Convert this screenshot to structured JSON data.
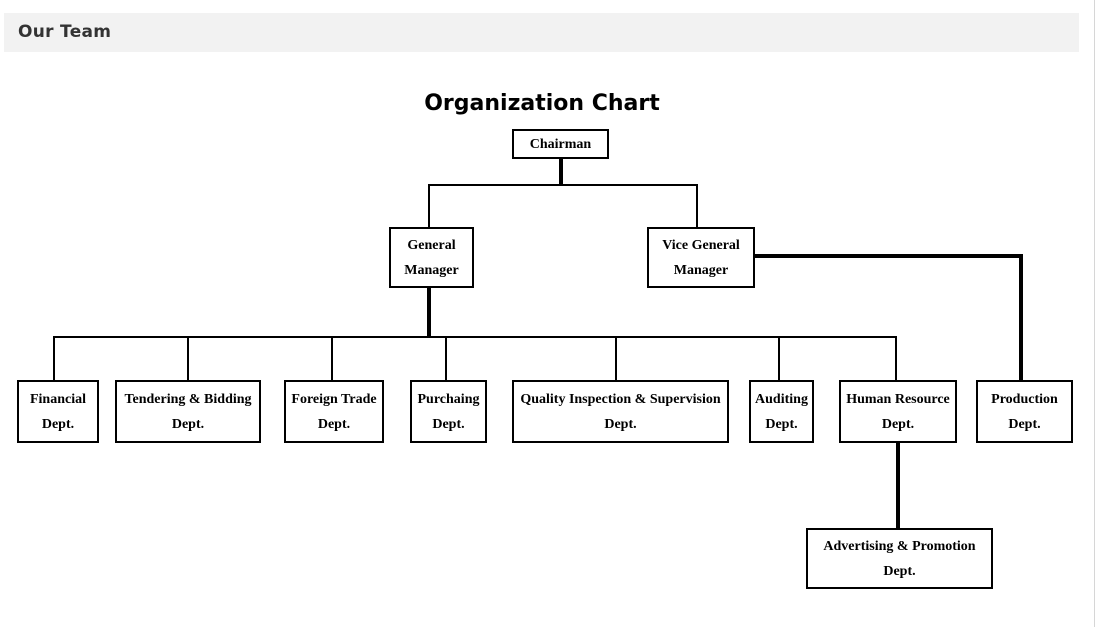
{
  "header": {
    "title": "Our Team"
  },
  "chart": {
    "title": "Organization Chart"
  },
  "nodes": {
    "chairman": {
      "line1": "Chairman",
      "line2": ""
    },
    "general_manager": {
      "line1": "General",
      "line2": "Manager"
    },
    "vice_general_manager": {
      "line1": "Vice General",
      "line2": "Manager"
    },
    "financial": {
      "line1": "Financial",
      "line2": "Dept."
    },
    "tendering": {
      "line1": "Tendering & Bidding",
      "line2": "Dept."
    },
    "foreign_trade": {
      "line1": "Foreign Trade",
      "line2": "Dept."
    },
    "purchasing": {
      "line1": "Purchaing",
      "line2": "Dept."
    },
    "quality": {
      "line1": "Quality Inspection & Supervision",
      "line2": "Dept."
    },
    "auditing": {
      "line1": "Auditing",
      "line2": "Dept."
    },
    "human_resource": {
      "line1": "Human Resource",
      "line2": "Dept."
    },
    "production": {
      "line1": "Production",
      "line2": "Dept."
    },
    "advertising": {
      "line1": "Advertising & Promotion",
      "line2": "Dept."
    }
  }
}
